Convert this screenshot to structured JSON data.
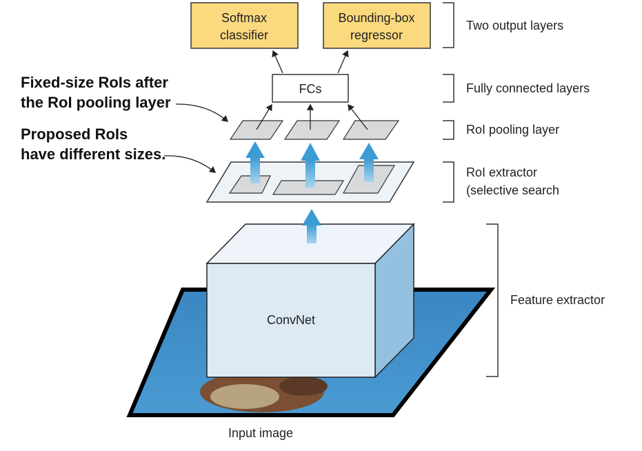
{
  "outputs": {
    "softmax_line1": "Softmax",
    "softmax_line2": "classifier",
    "bbox_line1": "Bounding-box",
    "bbox_line2": "regressor"
  },
  "fc_label": "FCs",
  "convnet_label": "ConvNet",
  "input_label": "Input image",
  "right_labels": {
    "output_layers": "Two output layers",
    "fully_connected": "Fully connected layers",
    "roi_pooling": "RoI pooling layer",
    "roi_extractor_line1": "RoI extractor",
    "roi_extractor_line2": "(selective search",
    "feature_extractor": "Feature extractor"
  },
  "left_notes": {
    "fixed_line1": "Fixed-size RoIs after",
    "fixed_line2": "the RoI pooling layer",
    "proposed_line1": "Proposed RoIs",
    "proposed_line2": "have different sizes."
  },
  "colors": {
    "output_box_fill": "#fbd97e",
    "arrow_blue": "#5aaedb",
    "convnet_front": "#dde9f3",
    "convnet_side": "#94c1e0",
    "image_blue": "#3f8fc8"
  }
}
